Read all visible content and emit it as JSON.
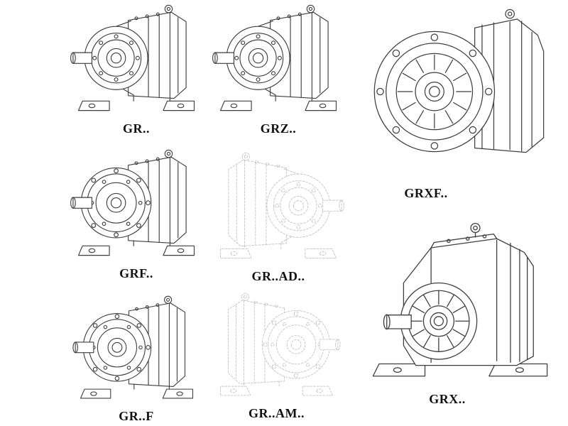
{
  "page": {
    "background": "#ffffff",
    "description_labels_only": true
  },
  "colors": {
    "line": "#3f3f3f",
    "ghost_line": "#c6c6c6",
    "label_text": "#111111"
  },
  "items": [
    {
      "id": "gr",
      "label": "GR..",
      "style": "solid",
      "drawing": "foot-mounted-helical-gear-unit"
    },
    {
      "id": "grz",
      "label": "GRZ..",
      "style": "solid",
      "drawing": "foot-mounted-helical-gear-unit"
    },
    {
      "id": "grxf",
      "label": "GRXF..",
      "style": "solid",
      "drawing": "flange-mounted-gear-unit-front-flange"
    },
    {
      "id": "grf",
      "label": "GRF..",
      "style": "solid",
      "drawing": "flange-front-helical-gear-unit"
    },
    {
      "id": "grad",
      "label": "GR..AD..",
      "style": "ghost",
      "drawing": "gear-unit-with-input-adapter-dashed"
    },
    {
      "id": "grf2",
      "label": "GR..F",
      "style": "solid",
      "drawing": "flange-front-helical-gear-unit"
    },
    {
      "id": "gram",
      "label": "GR..AM..",
      "style": "ghost",
      "drawing": "gear-unit-with-motor-adapter-flange-dashed"
    },
    {
      "id": "grx",
      "label": "GRX..",
      "style": "solid",
      "drawing": "large-foot-mounted-gear-unit"
    }
  ]
}
